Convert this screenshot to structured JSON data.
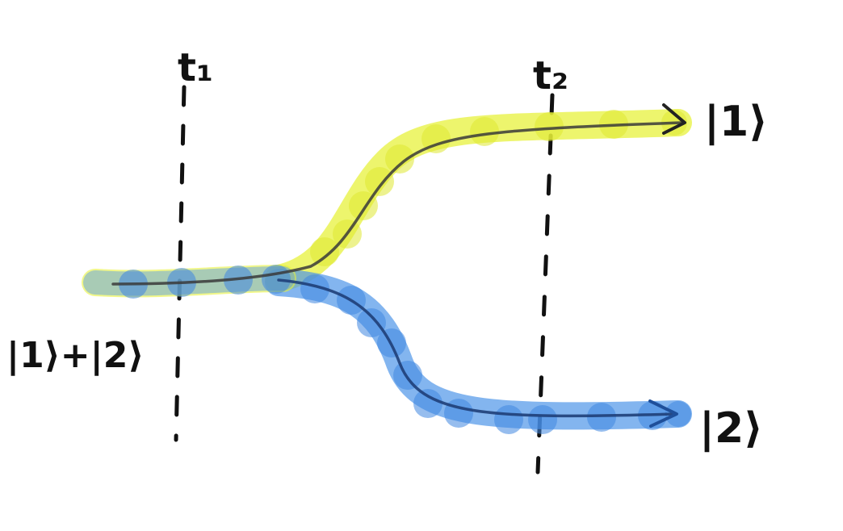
{
  "labels": {
    "time1": "t₁",
    "time2": "t₂",
    "initial_state": "|1⟩+|2⟩",
    "state_upper": "|1⟩",
    "state_lower": "|2⟩"
  },
  "colors": {
    "upper_path": "#e7f23c",
    "lower_path": "#4f95e8",
    "shared_path": "#7fbf86",
    "ink": "#111111"
  }
}
